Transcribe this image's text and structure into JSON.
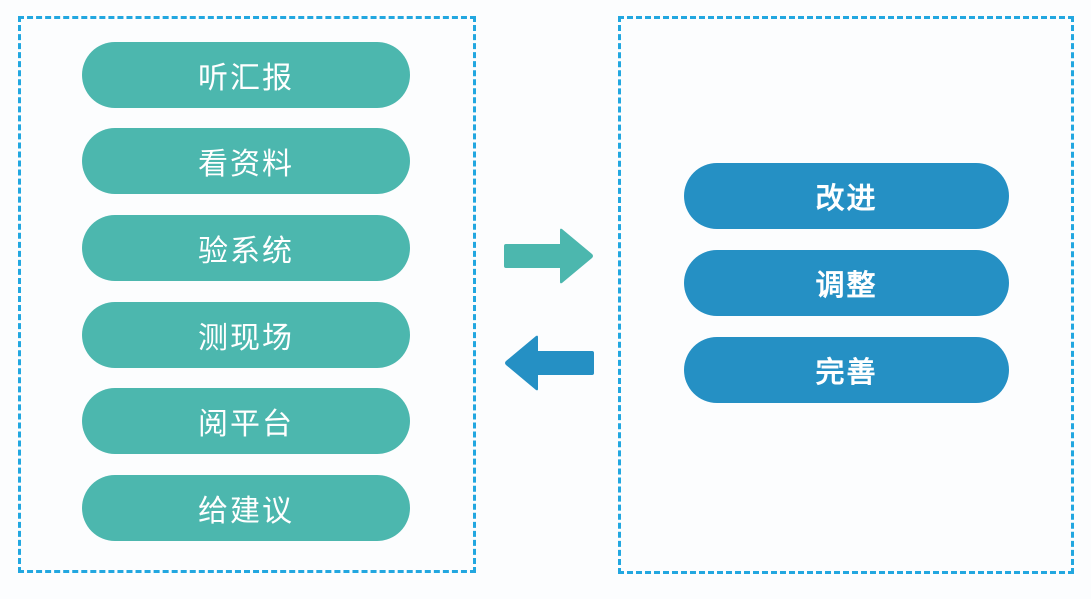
{
  "diagram": {
    "background_color": "#fcfdfe",
    "left_group": {
      "name": "inspection-activities",
      "border_color": "#22a7e0",
      "border_style": "dashed",
      "pill_color": "#4cb7ae",
      "text_color": "#ffffff",
      "items": [
        {
          "label": "听汇报"
        },
        {
          "label": "看资料"
        },
        {
          "label": "验系统"
        },
        {
          "label": "测现场"
        },
        {
          "label": "阅平台"
        },
        {
          "label": "给建议"
        }
      ]
    },
    "right_group": {
      "name": "improvement-actions",
      "border_color": "#22a7e0",
      "border_style": "dashed",
      "pill_color": "#2590c4",
      "text_color": "#ffffff",
      "items": [
        {
          "label": "改进"
        },
        {
          "label": "调整"
        },
        {
          "label": "完善"
        }
      ]
    },
    "connectors": [
      {
        "name": "arrow-forward",
        "direction": "right",
        "color": "#4cb7ae"
      },
      {
        "name": "arrow-back",
        "direction": "left",
        "color": "#2590c4"
      }
    ]
  }
}
